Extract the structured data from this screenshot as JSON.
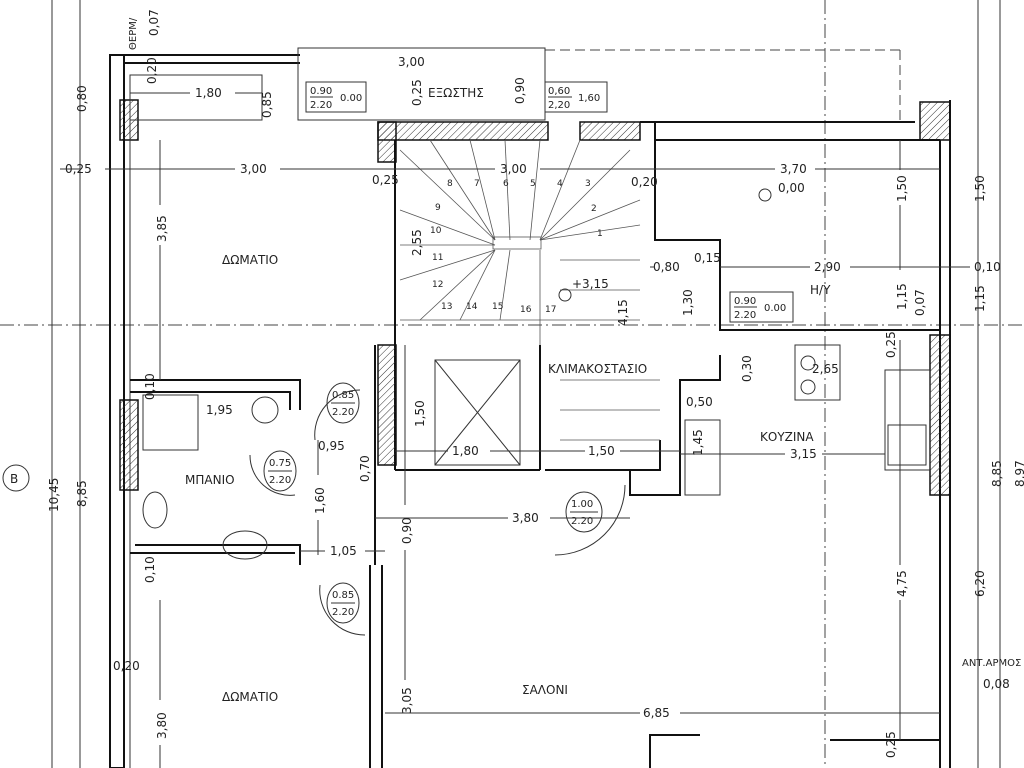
{
  "rooms": {
    "bedroom_top": "ΔΩΜΑΤΙΟ",
    "bedroom_bottom": "ΔΩΜΑΤΙΟ",
    "bathroom": "ΜΠΑΝΙΟ",
    "staircase": "ΚΛΙΜΑΚΟΣΤΑΣΙΟ",
    "kitchen": "ΚΟΥΖΙΝΑ",
    "living_room": "ΣΑΛΟΝΙ",
    "balcony": "ΕΞΩΣΤΗΣ",
    "computer_room": "Η/Υ",
    "thermal_note": "ΘΕΡΜ/",
    "expansion_joint_note": "ΑΝΤ.ΑΡΜΟΣ"
  },
  "levels": {
    "stair": "+3,15",
    "terrace": "0,00"
  },
  "grid_bubble": "B",
  "dims_h": [
    "1,80",
    "3,00",
    "3,00",
    "0,25",
    "0,25",
    "3,00",
    "0,20",
    "3,70",
    "2,90",
    "0,80",
    "0,15",
    "0,10",
    "2,65",
    "0,50",
    "1,95",
    "0,95",
    "1,80",
    "1,50",
    "3,15",
    "3,80",
    "1,05",
    "6,85",
    "0,08",
    "0,20"
  ],
  "dims_v": [
    "0,80",
    "0,07",
    "0,20",
    "0,85",
    "0,25",
    "0,90",
    "3,85",
    "2,55",
    "4,15",
    "1,30",
    "1,50",
    "1,50",
    "1,15",
    "0,07",
    "1,15",
    "0,25",
    "0,30",
    "1,45",
    "1,50",
    "0,70",
    "1,60",
    "0,90",
    "0,10",
    "0,10",
    "10,45",
    "8,85",
    "8,85",
    "6,20",
    "4,75",
    "3,05",
    "3,80",
    "0,25",
    "8,97"
  ],
  "openings": [
    {
      "w": "0.90",
      "h": "2.20",
      "sill": "0.00"
    },
    {
      "w": "0,60",
      "h": "2,20",
      "sill": "1,60"
    },
    {
      "w": "0.90",
      "h": "2.20",
      "sill": "0.00"
    },
    {
      "w": "0.85",
      "h": "2.20"
    },
    {
      "w": "0.75",
      "h": "2.20"
    },
    {
      "w": "1.00",
      "h": "2.20"
    },
    {
      "w": "0.85",
      "h": "2.20"
    }
  ],
  "stair_steps": [
    "1",
    "2",
    "3",
    "4",
    "5",
    "6",
    "7",
    "8",
    "9",
    "10",
    "11",
    "12",
    "13",
    "14",
    "15",
    "16",
    "17"
  ]
}
